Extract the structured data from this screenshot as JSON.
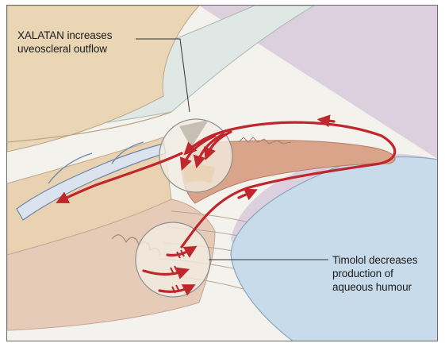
{
  "annotations": {
    "xalatan": {
      "line1": "XALATAN increases",
      "line2": "uveoscleral outflow"
    },
    "timolol": {
      "line1": "Timolol decreases",
      "line2": "production of",
      "line3": "aqueous humour"
    }
  },
  "colors": {
    "flow_arrow": "#c0272d",
    "lens": "#c8dbea",
    "sclera": "#ead6b4",
    "iris": "#d9a48a",
    "cornea": "#dfe8e4",
    "chamber": "#ddd0de",
    "ciliary_body": "#e7cbb9",
    "callout_circle": "#f2ede3"
  }
}
